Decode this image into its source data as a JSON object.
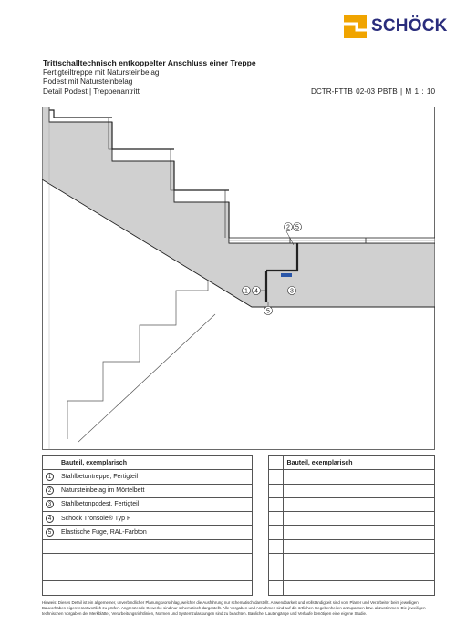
{
  "brand": {
    "name": "SCHÖCK",
    "color": "#2a2d7c",
    "accent": "#f0a400"
  },
  "header": {
    "title": "Trittschalltechnisch entkoppelter Anschluss einer Treppe",
    "lines": [
      "Fertigteiltreppe mit Natursteinbelag",
      "Podest mit Natursteinbelag",
      "Detail Podest | Treppenantritt"
    ],
    "code": "DCTR-FTTB 02-03 PBTB   |   M 1 : 10"
  },
  "drawing": {
    "labels": {
      "top": [
        "2",
        "5"
      ],
      "left": [
        "1",
        "4"
      ],
      "right": "3",
      "bottom": "5"
    }
  },
  "parts": {
    "header_left": "Bauteil, exemplarisch",
    "header_right": "Bauteil, exemplarisch",
    "rows": [
      {
        "num": "1",
        "text": "Stahlbetontreppe, Fertigteil"
      },
      {
        "num": "2",
        "text": "Natursteinbelag im Mörtelbett"
      },
      {
        "num": "3",
        "text": "Stahlbetonpodest, Fertigteil"
      },
      {
        "num": "4",
        "text": "Schöck Tronsole® Typ F"
      },
      {
        "num": "5",
        "text": "Elastische Fuge, RAL-Farbton"
      }
    ]
  },
  "note": "Hinweis: Dieses Detail ist ein allgemeiner, unverbindlicher Planungsvorschlag, welcher die Ausführung nur schematisch darstellt. Anwendbarkeit und Vollständigkeit sind vom Planer und Verarbeiter beim jeweiligen Bauvorhaben eigenverantwortlich zu prüfen. Angrenzende Gewerke sind nur schematisch dargestellt. Alle Vorgaben und Annahmen sind auf die örtlichen Gegebenheiten anzupassen bzw. abzustimmen. Die jeweiligen technischen Vorgaben der Merkblätter, Verarbeitungsrichtlinien, Normen und Systemzulassungen sind zu beachten. Bauliche, Lautengänge und Verläufe benötigen eine eigene Studie."
}
